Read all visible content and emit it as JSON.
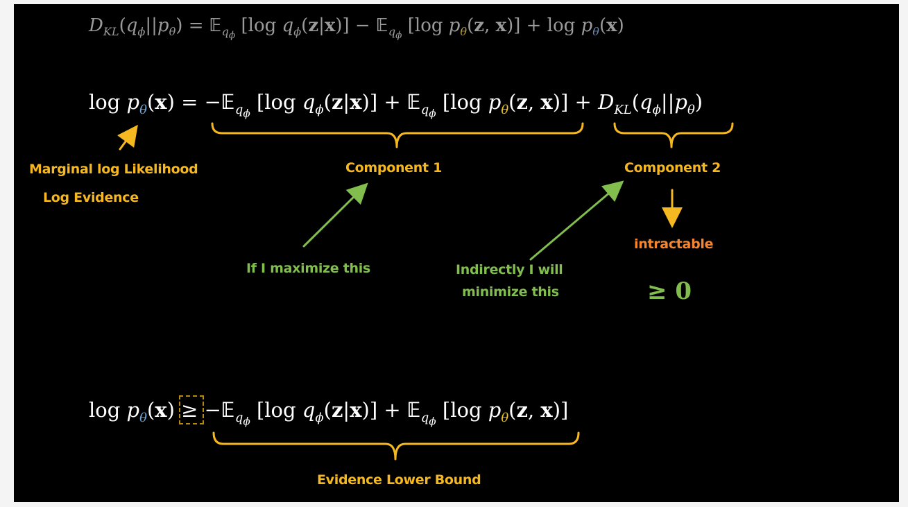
{
  "labels": {
    "marginal_line1": "Marginal log Likelihood",
    "marginal_line2": "Log Evidence",
    "component1": "Component 1",
    "component2": "Component 2",
    "maximize": "If I maximize this",
    "indirect_line1": "Indirectly I will",
    "indirect_line2": "minimize this",
    "intractable": "intractable",
    "nonnegative": "≥ 0",
    "elbo": "Evidence Lower Bound"
  },
  "colors": {
    "background": "#000000",
    "annotation_yellow": "#f6b820",
    "annotation_green": "#82be4e",
    "annotation_orange": "#f6852e",
    "theta_yellow": "#f0c51b",
    "theta_blue": "#6fa8dc",
    "faded_text": "#9a9a9a"
  },
  "icons": [
    "brace-icon",
    "arrow-icon"
  ]
}
